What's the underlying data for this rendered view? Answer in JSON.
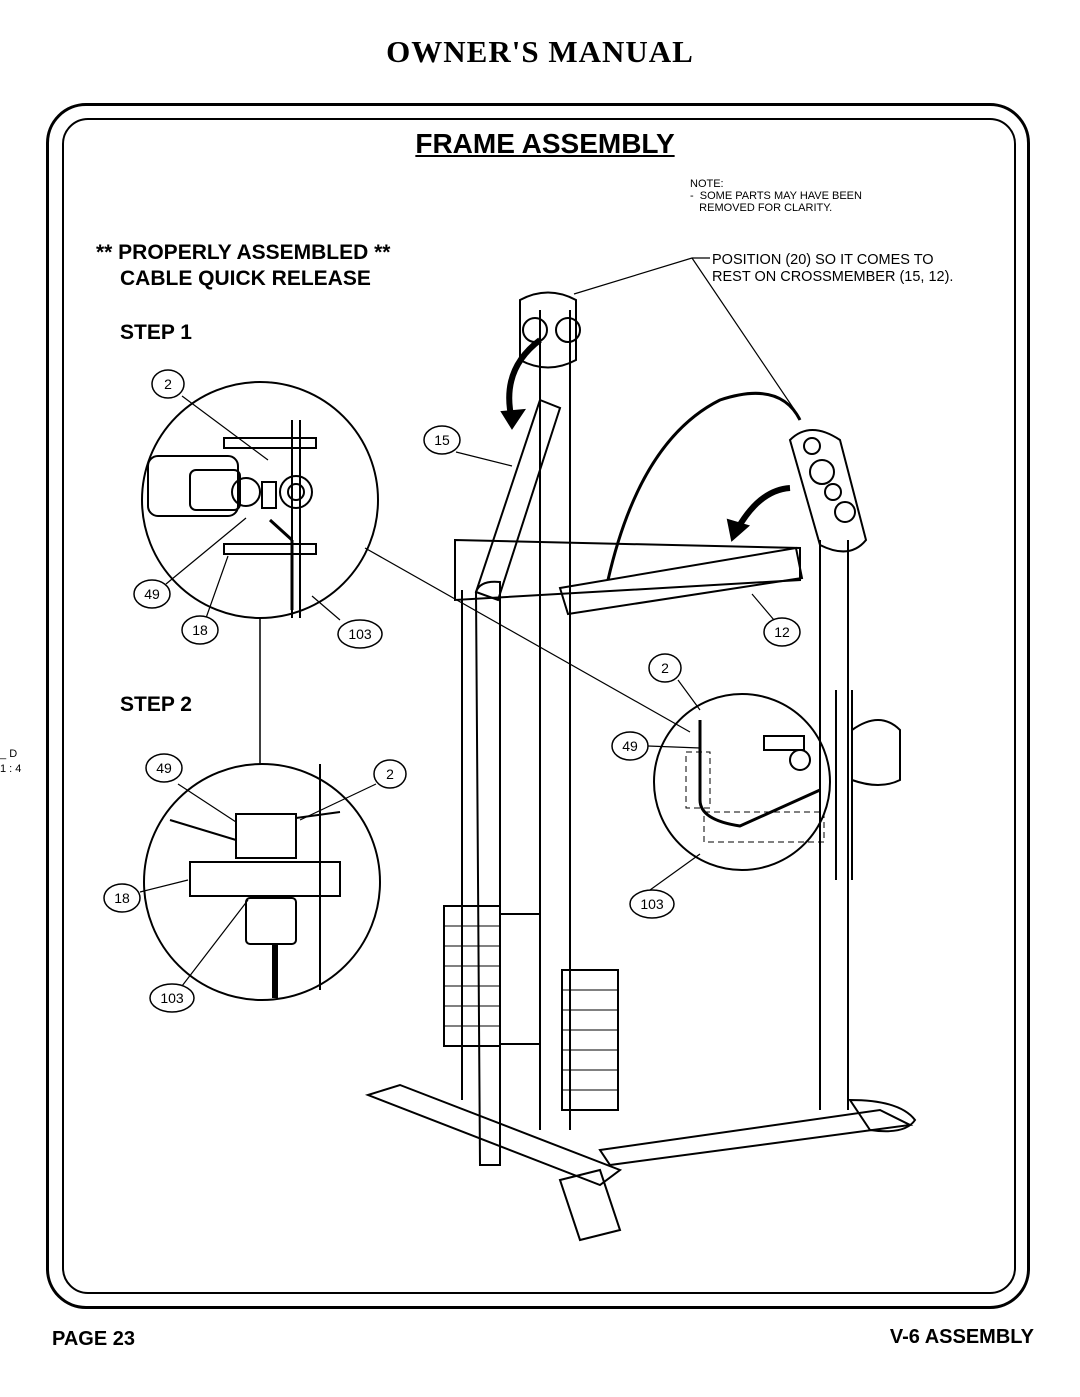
{
  "header": {
    "title": "OWNER'S MANUAL"
  },
  "section": {
    "title": "FRAME ASSEMBLY"
  },
  "note": {
    "text": "NOTE:\n-  SOME PARTS MAY HAVE BEEN\n   REMOVED FOR CLARITY."
  },
  "assembly_heading": {
    "line1": "** PROPERLY ASSEMBLED **",
    "line2": "CABLE QUICK RELEASE"
  },
  "steps": {
    "step1": "STEP 1",
    "step2": "STEP 2"
  },
  "position_callout": {
    "line1": "POSITION (20) SO IT COMES TO",
    "line2": "REST ON CROSSMEMBER (15, 12)."
  },
  "part_labels": {
    "p2_step1": "2",
    "p15": "15",
    "p49_step1": "49",
    "p18_step1": "18",
    "p103_step1": "103",
    "p12": "12",
    "p2_detail": "2",
    "p49_detail": "49",
    "p103_detail": "103",
    "p49_step2": "49",
    "p2_step2": "2",
    "p18_step2": "18",
    "p103_step2": "103"
  },
  "margin_mark": {
    "line1": "D",
    "line2": "1 : 4"
  },
  "footer": {
    "page": "PAGE 23",
    "section": "V-6 ASSEMBLY"
  }
}
